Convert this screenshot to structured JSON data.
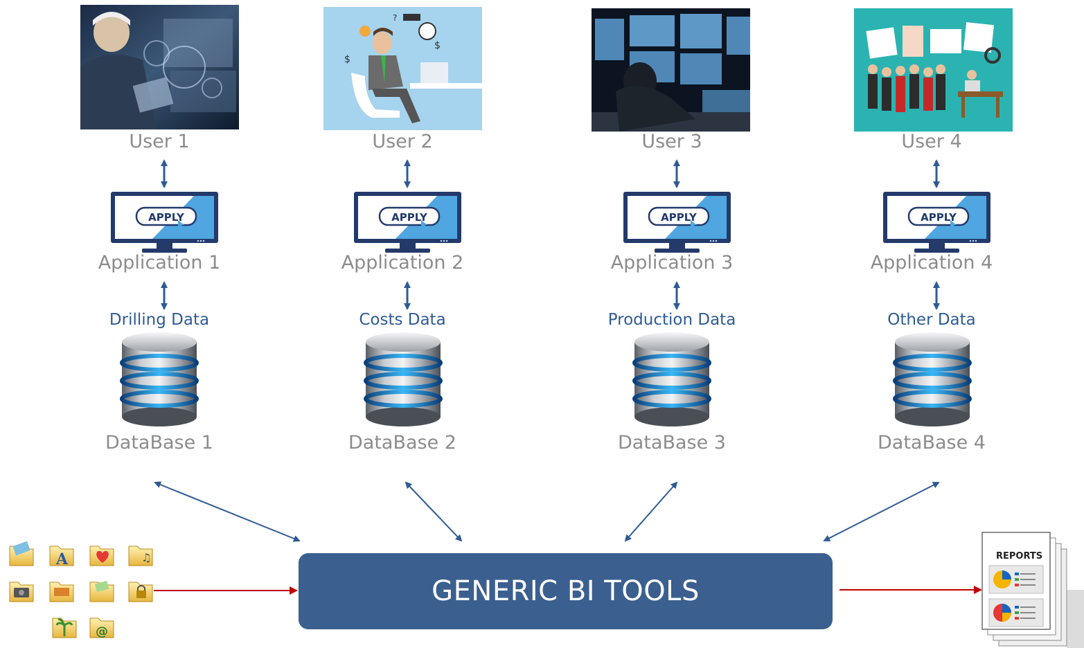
{
  "columns": [
    {
      "user": "User 1",
      "application": "Application 1",
      "data": "Drilling Data",
      "database": "DataBase 1"
    },
    {
      "user": "User 2",
      "application": "Application 2",
      "data": "Costs Data",
      "database": "DataBase 2"
    },
    {
      "user": "User 3",
      "application": "Application 3",
      "data": "Production Data",
      "database": "DataBase 3"
    },
    {
      "user": "User 4",
      "application": "Application 4",
      "data": "Other Data",
      "database": "DataBase 4"
    }
  ],
  "apply_label": "APPLY",
  "bi_tools_label": "GENERIC BI TOOLS",
  "reports_label": "REPORTS",
  "colors": {
    "bi_box": "#3b5f8f",
    "connector_arrow": "#2f5b94",
    "flow_arrow": "#c00000",
    "label_gray": "#8c8c8c",
    "data_label_blue": "#2f5b94"
  },
  "icons": [
    "engineer-photo",
    "analyst-photo",
    "control-room-photo",
    "team-photo",
    "monitor-icon",
    "database-icon",
    "folder-icon",
    "reports-icon"
  ]
}
